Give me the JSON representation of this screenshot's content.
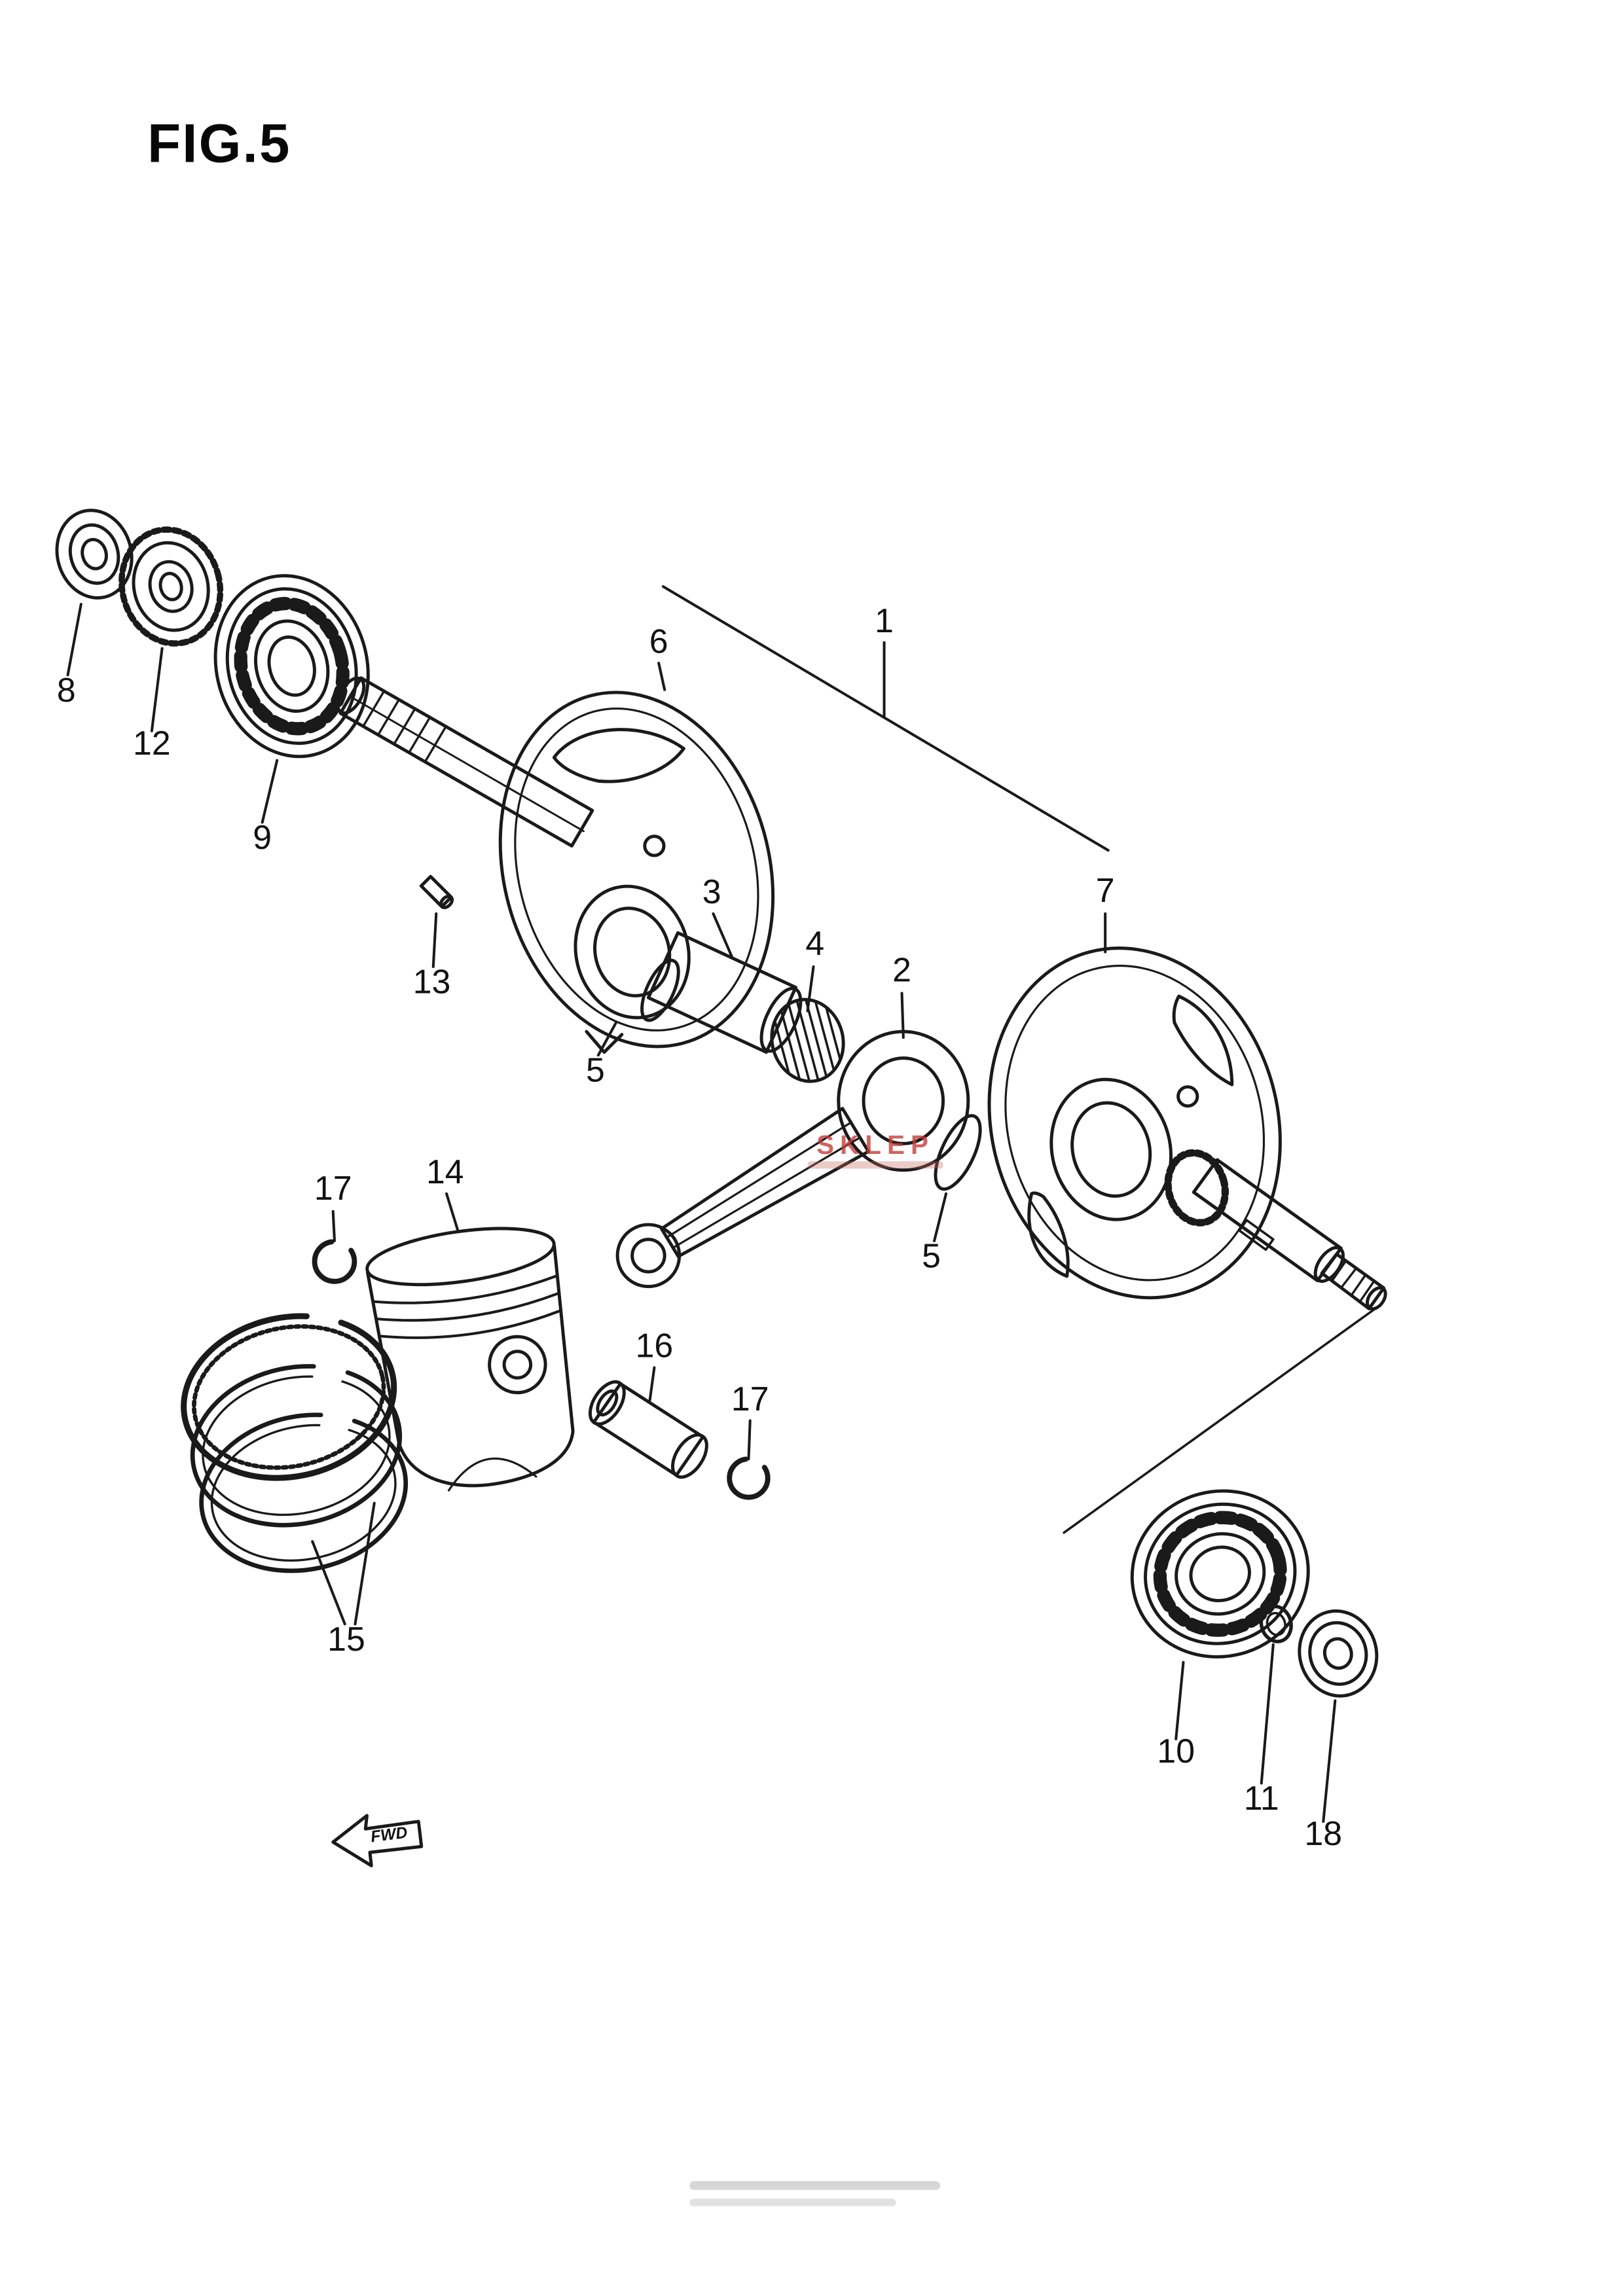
{
  "figure": {
    "title": "FIG.5",
    "fwd_label": "FWD"
  },
  "watermark": {
    "center_text": "SKLEP"
  },
  "callouts": [
    {
      "text": "1"
    },
    {
      "text": "2"
    },
    {
      "text": "3"
    },
    {
      "text": "4"
    },
    {
      "text": "5"
    },
    {
      "text": "5"
    },
    {
      "text": "6"
    },
    {
      "text": "7"
    },
    {
      "text": "8"
    },
    {
      "text": "9"
    },
    {
      "text": "10"
    },
    {
      "text": "11"
    },
    {
      "text": "12"
    },
    {
      "text": "13"
    },
    {
      "text": "14"
    },
    {
      "text": "15"
    },
    {
      "text": "16"
    },
    {
      "text": "17"
    },
    {
      "text": "17"
    },
    {
      "text": "18"
    }
  ]
}
